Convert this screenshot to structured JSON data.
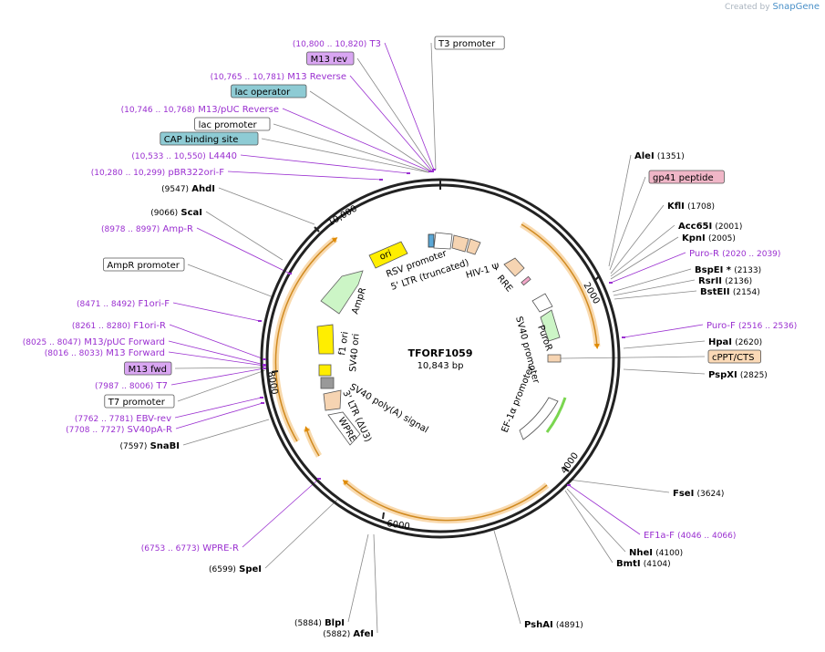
{
  "credit": {
    "prefix": "Created by",
    "brand": "SnapGene"
  },
  "plasmid": {
    "name": "TFORF1059",
    "length": "10,843 bp"
  },
  "ticks": [
    "2000",
    "4000",
    "6000",
    "8000",
    "10,000"
  ],
  "colors": {
    "purple": "#9a2fd0",
    "enzyme": "#000000",
    "line": "#888888",
    "ring": "#222222"
  },
  "labels": {
    "left": [
      {
        "id": "t3",
        "pos": "(10,800 .. 10,820)",
        "text": "T3",
        "kind": "primer"
      },
      {
        "id": "m13rev",
        "text": "M13 rev",
        "kind": "box-purple"
      },
      {
        "id": "m13reverse",
        "pos": "(10,765 .. 10,781)",
        "text": "M13 Reverse",
        "kind": "primer"
      },
      {
        "id": "lacop",
        "text": "lac operator",
        "kind": "box-teal"
      },
      {
        "id": "m13puc-rev",
        "pos": "(10,746 .. 10,768)",
        "text": "M13/pUC Reverse",
        "kind": "primer"
      },
      {
        "id": "lacprom",
        "text": "lac promoter",
        "kind": "box-white"
      },
      {
        "id": "cap",
        "text": "CAP binding site",
        "kind": "box-teal"
      },
      {
        "id": "l4440",
        "pos": "(10,533 .. 10,550)",
        "text": "L4440",
        "kind": "primer"
      },
      {
        "id": "pbr322",
        "pos": "(10,280 .. 10,299)",
        "text": "pBR322ori-F",
        "kind": "primer"
      },
      {
        "id": "ahdi",
        "pos": "(9547)",
        "text": "AhdI",
        "kind": "enzyme"
      },
      {
        "id": "scai",
        "pos": "(9066)",
        "text": "ScaI",
        "kind": "enzyme"
      },
      {
        "id": "ampr-p",
        "pos": "(8978 .. 8997)",
        "text": "Amp-R",
        "kind": "primer"
      },
      {
        "id": "ampr-prom",
        "text": "AmpR promoter",
        "kind": "box-white"
      },
      {
        "id": "f1ori-f",
        "pos": "(8471 .. 8492)",
        "text": "F1ori-F",
        "kind": "primer"
      },
      {
        "id": "f1ori-r",
        "pos": "(8261 .. 8280)",
        "text": "F1ori-R",
        "kind": "primer"
      },
      {
        "id": "m13puc-fwd",
        "pos": "(8025 .. 8047)",
        "text": "M13/pUC Forward",
        "kind": "primer"
      },
      {
        "id": "m13fwd-p",
        "pos": "(8016 .. 8033)",
        "text": "M13 Forward",
        "kind": "primer"
      },
      {
        "id": "m13fwd",
        "text": "M13 fwd",
        "kind": "box-purple"
      },
      {
        "id": "t7",
        "pos": "(7987 .. 8006)",
        "text": "T7",
        "kind": "primer"
      },
      {
        "id": "t7prom",
        "text": "T7 promoter",
        "kind": "box-white"
      },
      {
        "id": "ebv",
        "pos": "(7762 .. 7781)",
        "text": "EBV-rev",
        "kind": "primer"
      },
      {
        "id": "sv40pa",
        "pos": "(7708 .. 7727)",
        "text": "SV40pA-R",
        "kind": "primer"
      },
      {
        "id": "snabi",
        "pos": "(7597)",
        "text": "SnaBI",
        "kind": "enzyme"
      },
      {
        "id": "wpre-r",
        "pos": "(6753 .. 6773)",
        "text": "WPRE-R",
        "kind": "primer"
      },
      {
        "id": "spei",
        "pos": "(6599)",
        "text": "SpeI",
        "kind": "enzyme"
      },
      {
        "id": "blpi",
        "pos": "(5884)",
        "text": "BlpI",
        "kind": "enzyme"
      },
      {
        "id": "afei",
        "pos": "(5882)",
        "text": "AfeI",
        "kind": "enzyme"
      }
    ],
    "right": [
      {
        "id": "t3prom",
        "text": "T3 promoter",
        "kind": "box-white"
      },
      {
        "id": "alei",
        "pos": "(1351)",
        "text": "AleI",
        "kind": "enzyme"
      },
      {
        "id": "gp41",
        "text": "gp41 peptide",
        "kind": "box-pink"
      },
      {
        "id": "kfli",
        "pos": "(1708)",
        "text": "KflI",
        "kind": "enzyme"
      },
      {
        "id": "acc65i",
        "pos": "(2001)",
        "text": "Acc65I",
        "kind": "enzyme"
      },
      {
        "id": "kpni",
        "pos": "(2005)",
        "text": "KpnI",
        "kind": "enzyme"
      },
      {
        "id": "puro-r",
        "pos": "(2020 .. 2039)",
        "text": "Puro-R",
        "kind": "primer"
      },
      {
        "id": "bspei",
        "pos": "(2133)",
        "text": "BspEI *",
        "kind": "enzyme"
      },
      {
        "id": "rsrii",
        "pos": "(2136)",
        "text": "RsrII",
        "kind": "enzyme"
      },
      {
        "id": "bsteii",
        "pos": "(2154)",
        "text": "BstEII",
        "kind": "enzyme"
      },
      {
        "id": "puro-f",
        "pos": "(2516 .. 2536)",
        "text": "Puro-F",
        "kind": "primer"
      },
      {
        "id": "hpai",
        "pos": "(2620)",
        "text": "HpaI",
        "kind": "enzyme"
      },
      {
        "id": "cppt",
        "text": "cPPT/CTS",
        "kind": "box-peach"
      },
      {
        "id": "pspxi",
        "pos": "(2825)",
        "text": "PspXI",
        "kind": "enzyme"
      },
      {
        "id": "fsei",
        "pos": "(3624)",
        "text": "FseI",
        "kind": "enzyme"
      },
      {
        "id": "ef1a-f",
        "pos": "(4046 .. 4066)",
        "text": "EF1a-F",
        "kind": "primer"
      },
      {
        "id": "nhei",
        "pos": "(4100)",
        "text": "NheI",
        "kind": "enzyme"
      },
      {
        "id": "bmti",
        "pos": "(4104)",
        "text": "BmtI",
        "kind": "enzyme"
      },
      {
        "id": "pshai",
        "pos": "(4891)",
        "text": "PshAI",
        "kind": "enzyme"
      }
    ]
  },
  "features": {
    "rsv": "RSV promoter",
    "ltr5": "5' LTR (truncated)",
    "hiv": "HIV-1 Ψ",
    "rre": "RRE",
    "puror": "PuroR",
    "sv40p": "SV40 promoter",
    "ef1a": "EF-1α promoter",
    "ori": "ori",
    "ampr": "AmpR",
    "f1ori": "f1 ori",
    "sv40ori": "SV40 ori",
    "sv40pa": "SV40 poly(A) signal",
    "ltr3": "3' LTR (ΔU3)",
    "wpre": "WPRE"
  }
}
